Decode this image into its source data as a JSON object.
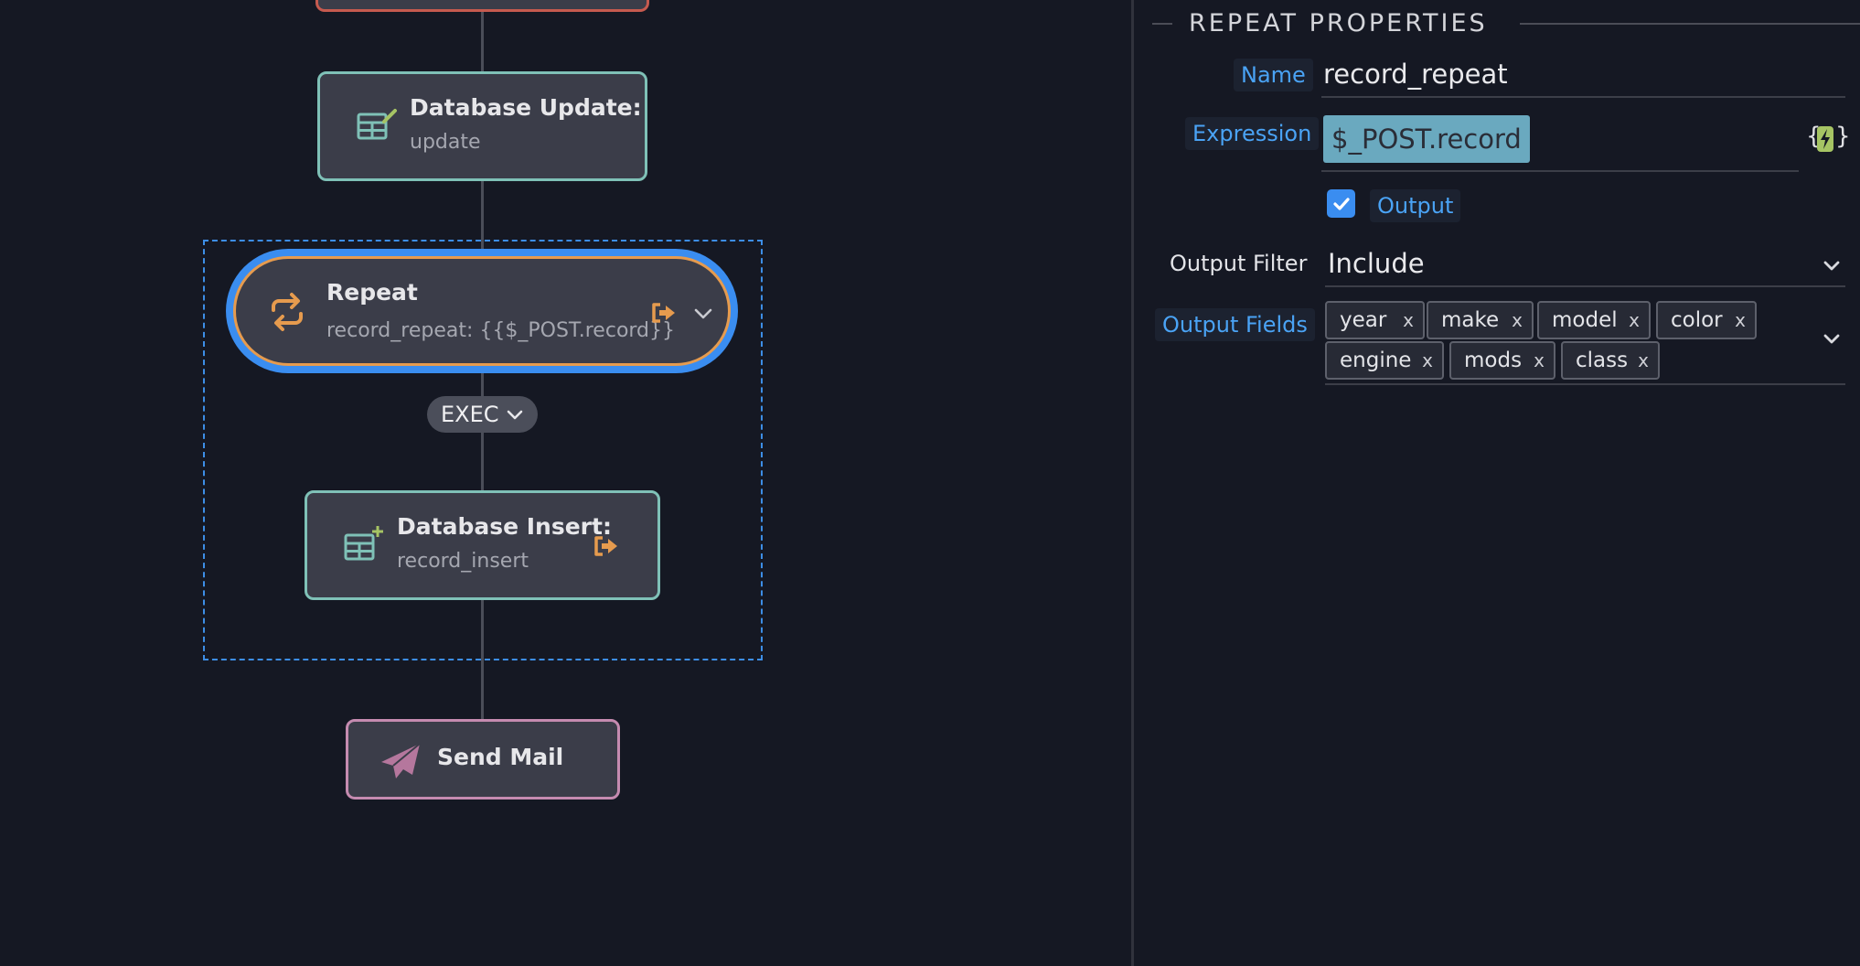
{
  "canvas": {
    "nodes": {
      "db_update": {
        "title": "Database Update:",
        "subtitle": "update"
      },
      "repeat": {
        "title": "Repeat",
        "subtitle": "record_repeat: {{$_POST.record}}"
      },
      "exec_pill": {
        "label": "EXEC"
      },
      "db_insert": {
        "title": "Database Insert:",
        "subtitle": "record_insert"
      },
      "send_mail": {
        "title": "Send Mail"
      }
    },
    "colors": {
      "update_border": "#7fc1b7",
      "repeat_border": "#e69b4e",
      "selection": "#3a8df0",
      "mail_border": "#c58bb0",
      "error_border": "#c65a4f"
    }
  },
  "panel": {
    "header": "REPEAT PROPERTIES",
    "name_label": "Name",
    "name_value": "record_repeat",
    "expression_label": "Expression",
    "expression_value": "$_POST.record",
    "expression_button": "{ϟ}",
    "output_label": "Output",
    "output_checked": true,
    "output_filter_label": "Output Filter",
    "output_filter_value": "Include",
    "output_fields_label": "Output Fields",
    "output_fields": [
      "year",
      "make",
      "model",
      "color",
      "engine",
      "mods",
      "class"
    ],
    "tag_remove": "x"
  }
}
